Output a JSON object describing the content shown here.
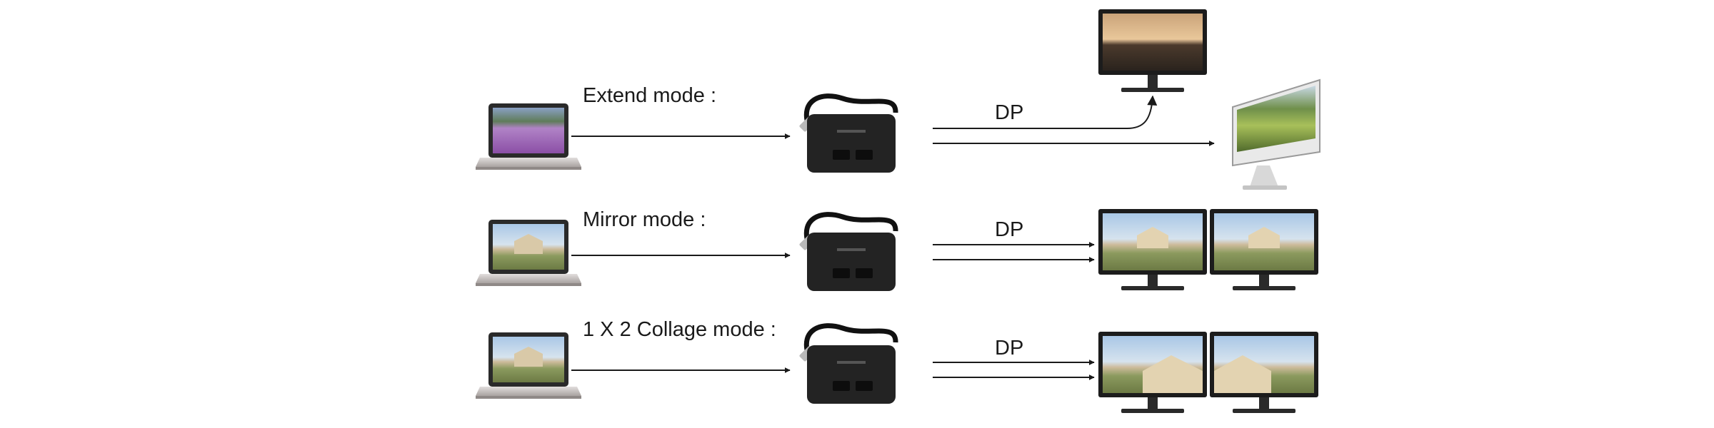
{
  "rows": [
    {
      "mode_label": "Extend mode :",
      "dp_label": "DP"
    },
    {
      "mode_label": "Mirror mode :",
      "dp_label": "DP"
    },
    {
      "mode_label": "1 X 2 Collage mode :",
      "dp_label": "DP"
    }
  ],
  "colors": {
    "arrow": "#1a1a1a",
    "adapter_body": "#232323",
    "laptop_silver": "#c9c4c2",
    "monitor_frame": "#1c1c1c"
  }
}
